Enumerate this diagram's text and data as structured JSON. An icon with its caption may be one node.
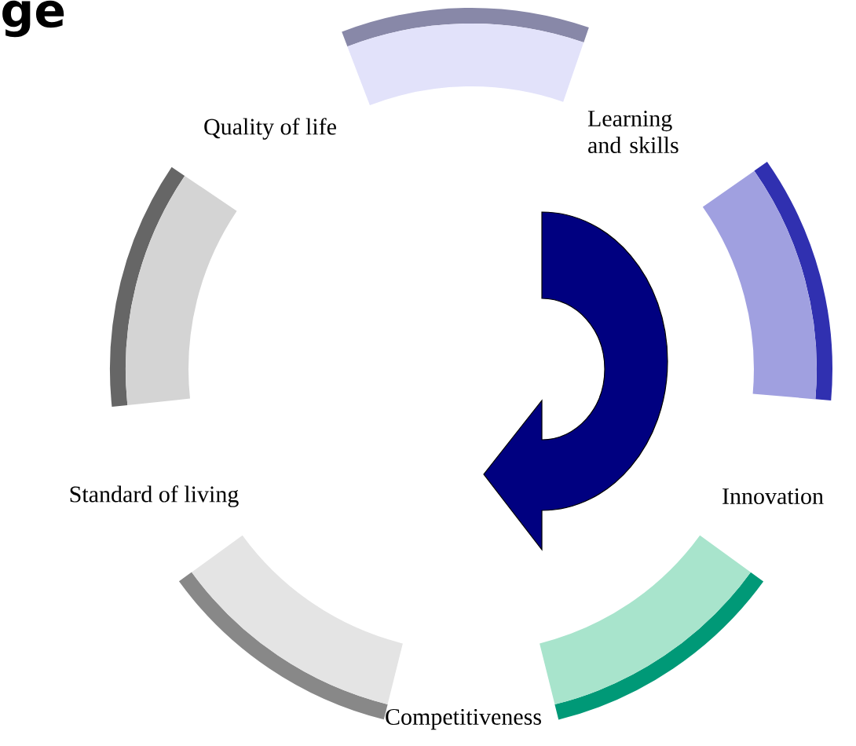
{
  "diagram": {
    "title": "ge",
    "labels": [
      "Quality of life",
      "Learning and skills",
      "Standard of living",
      "Innovation",
      "Competitiveness"
    ]
  }
}
